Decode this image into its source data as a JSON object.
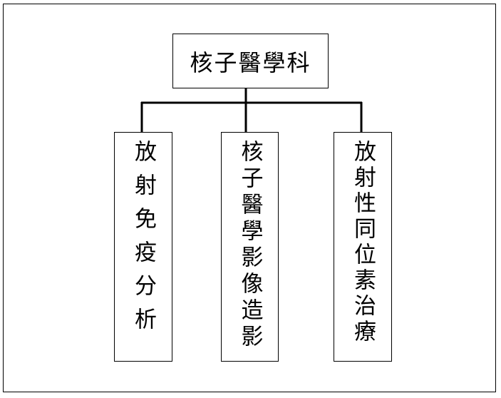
{
  "diagram": {
    "root": {
      "label": "核子醫學科"
    },
    "children": [
      {
        "label": "放射免疫分析"
      },
      {
        "label": "核子醫學影像造影"
      },
      {
        "label": "放射性同位素治療"
      }
    ]
  },
  "colors": {
    "line": "#000000",
    "background": "#ffffff"
  }
}
